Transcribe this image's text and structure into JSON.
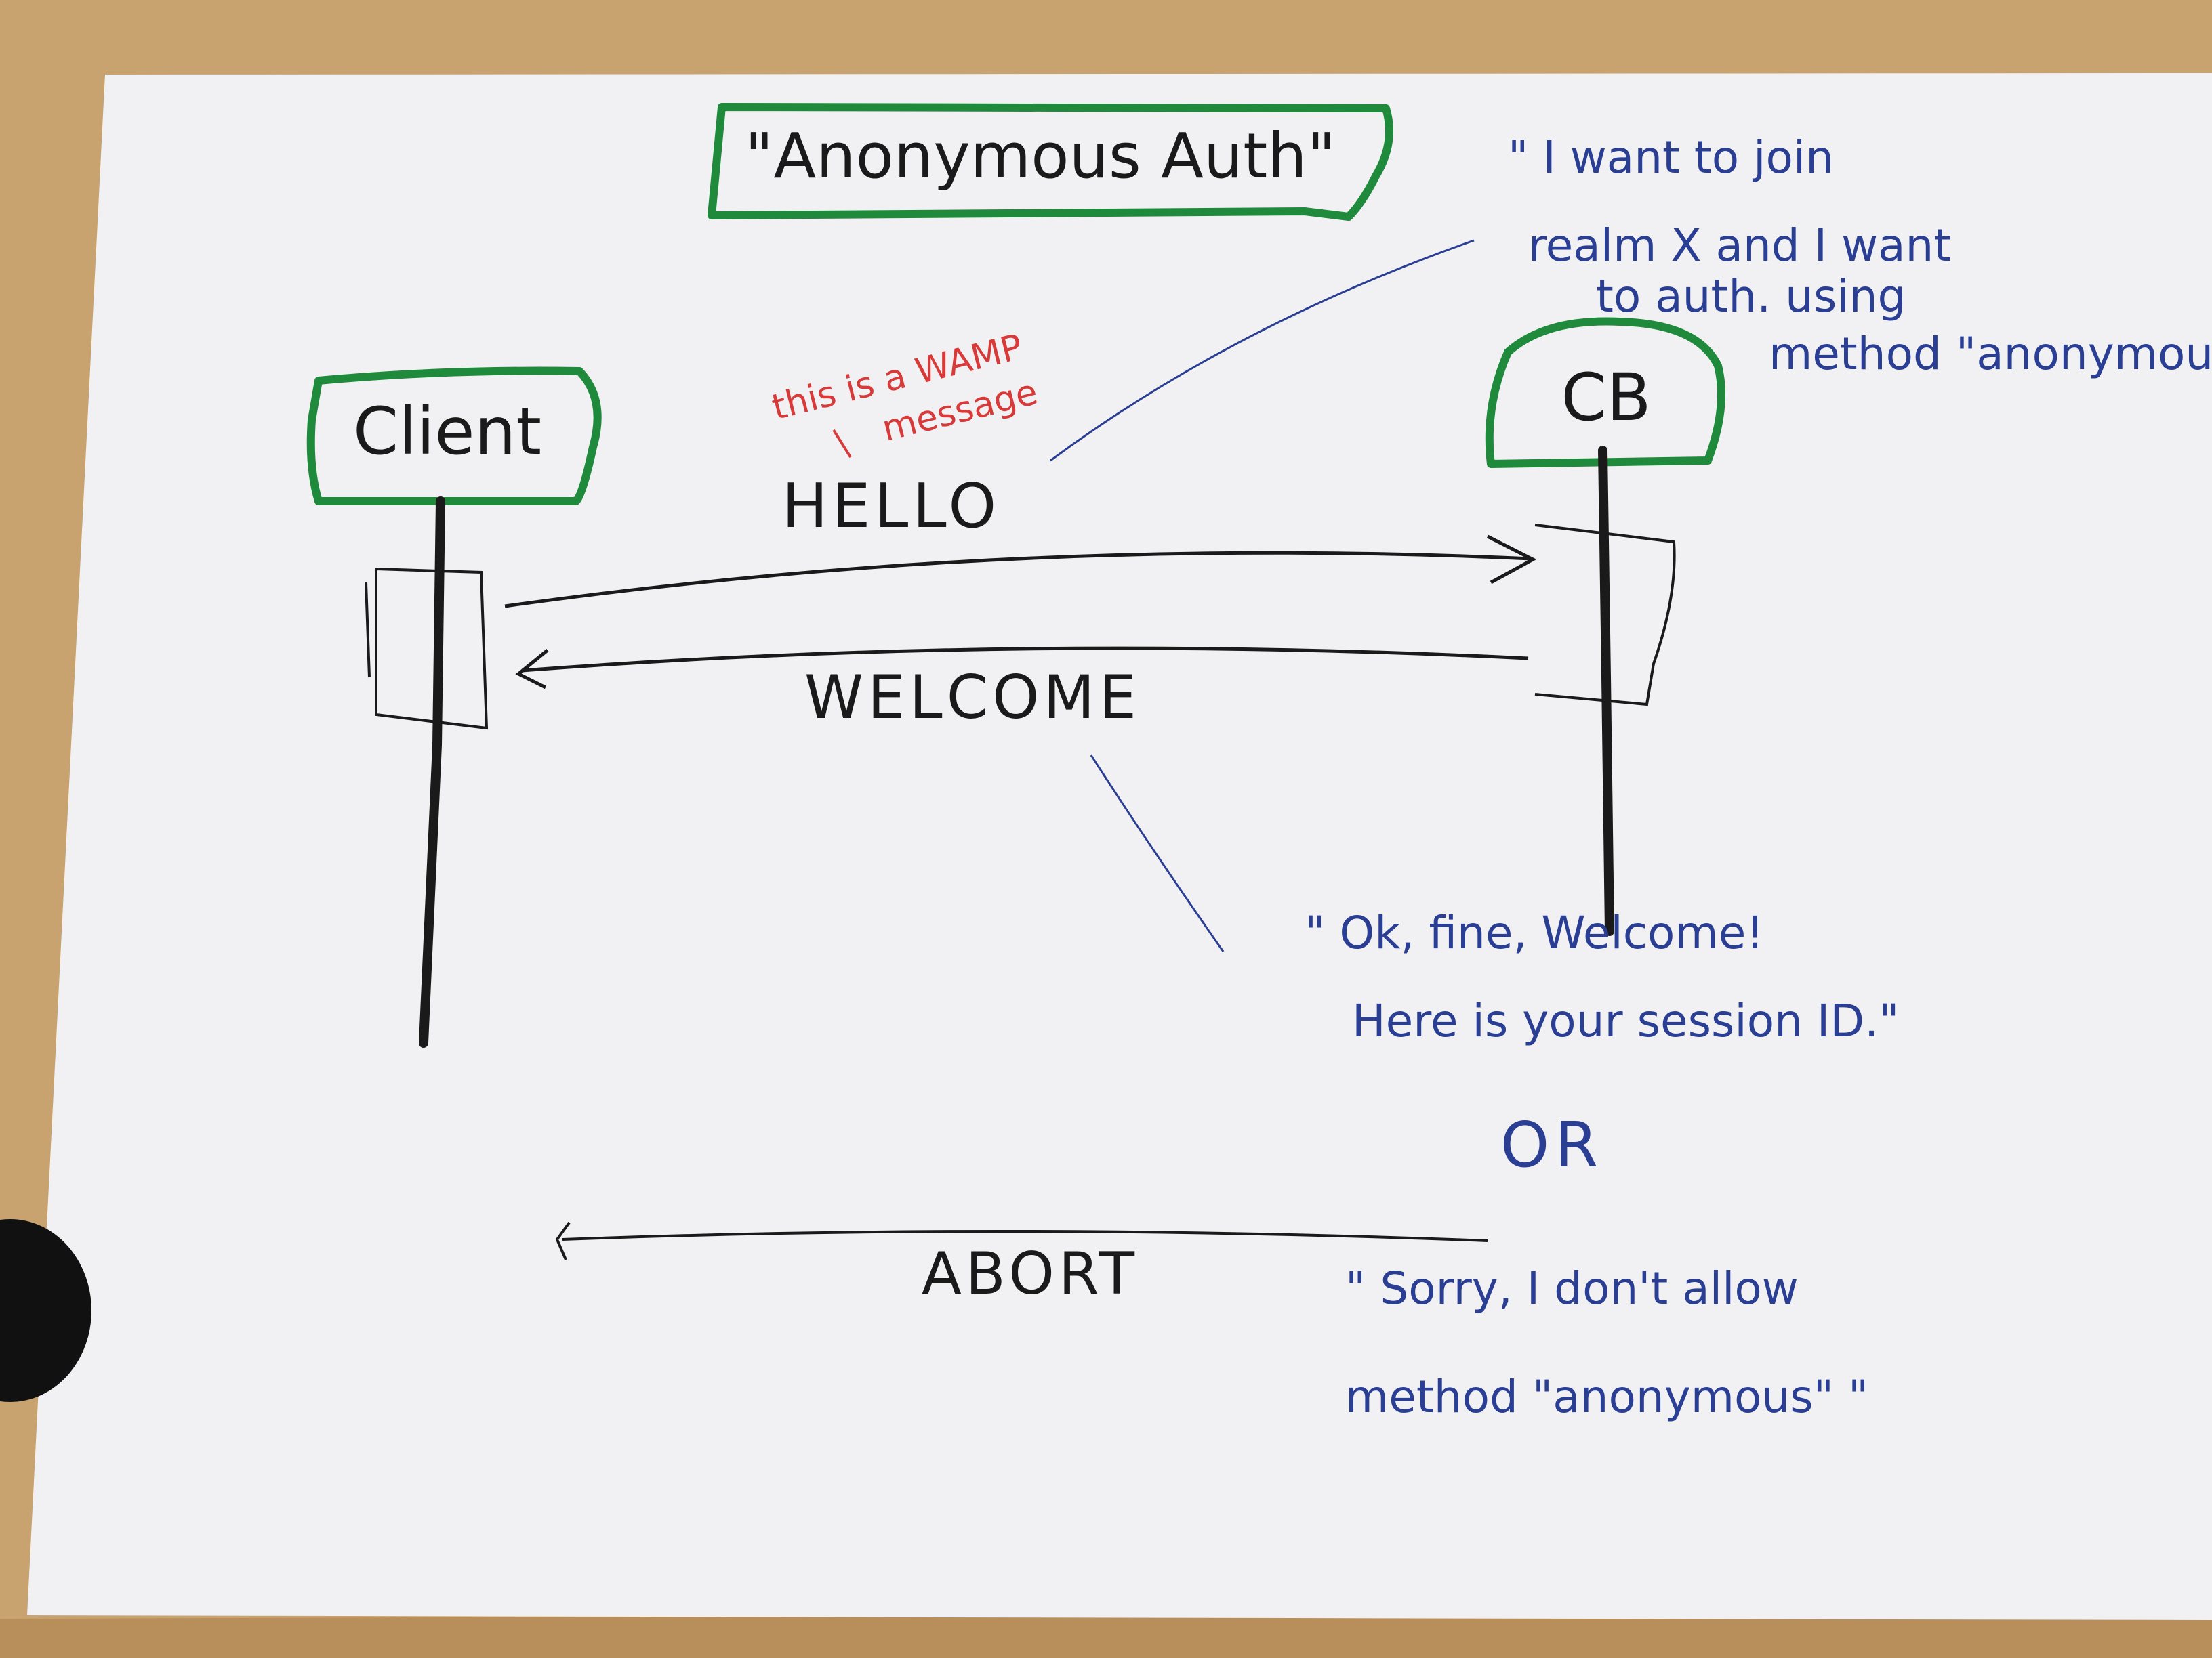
{
  "diagram": {
    "title": "\"Anonymous Auth\"",
    "participants": {
      "client": "Client",
      "router": "CB"
    },
    "messages": {
      "hello": "HELLO",
      "welcome": "WELCOME",
      "abort": "ABORT"
    },
    "notes": {
      "wamp_note": [
        "this is a WAMP",
        "message"
      ],
      "hello_note": [
        "\" I want to join",
        "realm X and I want",
        "to auth. using",
        "method \"anonymous\""
      ],
      "welcome_note": [
        "\" Ok, fine, Welcome!",
        "Here is your session ID.\""
      ],
      "or_label": "OR",
      "abort_note": [
        "\" Sorry, I don't allow",
        "method \"anonymous\" \""
      ]
    },
    "colors": {
      "marker_green": "#1f8a3b",
      "ink_black": "#1a1a1a",
      "ink_blue": "#2a3f94",
      "ink_red": "#d83a3a",
      "paper": "#f1f1f3",
      "table": "#c9a36f"
    }
  }
}
